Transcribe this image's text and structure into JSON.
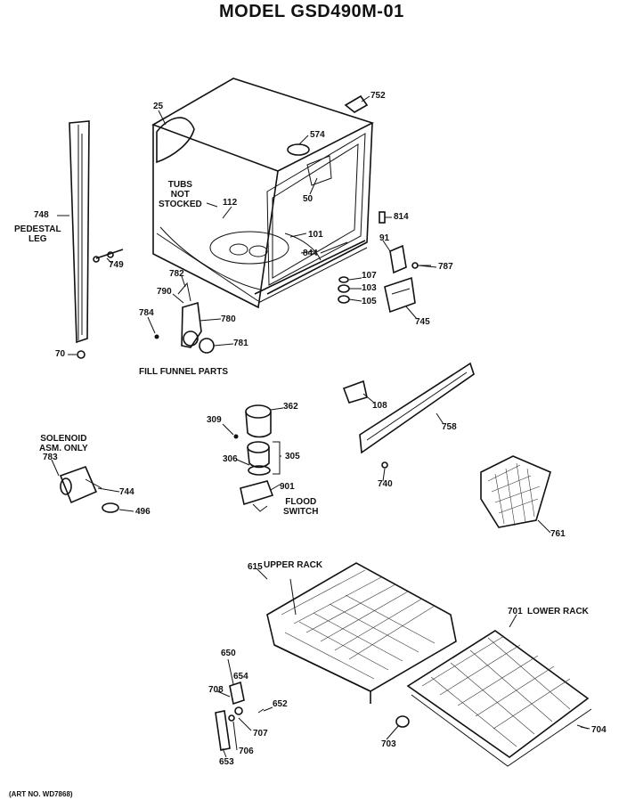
{
  "title": "MODEL GSD490M-01",
  "art_number": "(ART NO. WD7868)",
  "group_labels": {
    "fill_funnel_parts": "FILL FUNNEL PARTS",
    "pedestal_leg": [
      "PEDESTAL",
      "LEG"
    ],
    "tubs_not_stocked": [
      "TUBS",
      "NOT",
      "STOCKED"
    ],
    "solenoid": [
      "SOLENOID",
      "ASM. ONLY"
    ],
    "flood_switch": [
      "FLOOD",
      "SWITCH"
    ],
    "upper_rack": "UPPER RACK",
    "lower_rack": "LOWER RACK"
  },
  "callouts": {
    "p25": "25",
    "p752": "752",
    "p574": "574",
    "p50": "50",
    "p112": "112",
    "p748": "748",
    "p101": "101",
    "p844": "844",
    "p814": "814",
    "p91": "91",
    "p787": "787",
    "p749": "749",
    "p107": "107",
    "p103": "103",
    "p105": "105",
    "p745": "745",
    "p782": "782",
    "p790": "790",
    "p780": "780",
    "p784": "784",
    "p781": "781",
    "p70": "70",
    "p108": "108",
    "p758": "758",
    "p309": "309",
    "p362": "362",
    "p305": "305",
    "p306": "306",
    "p901": "901",
    "p740": "740",
    "p783": "783",
    "p744": "744",
    "p496": "496",
    "p761": "761",
    "p615": "615",
    "p701": "701",
    "p650": "650",
    "p654": "654",
    "p708": "708",
    "p652": "652",
    "p707": "707",
    "p706": "706",
    "p653": "653",
    "p703": "703",
    "p704": "704"
  }
}
